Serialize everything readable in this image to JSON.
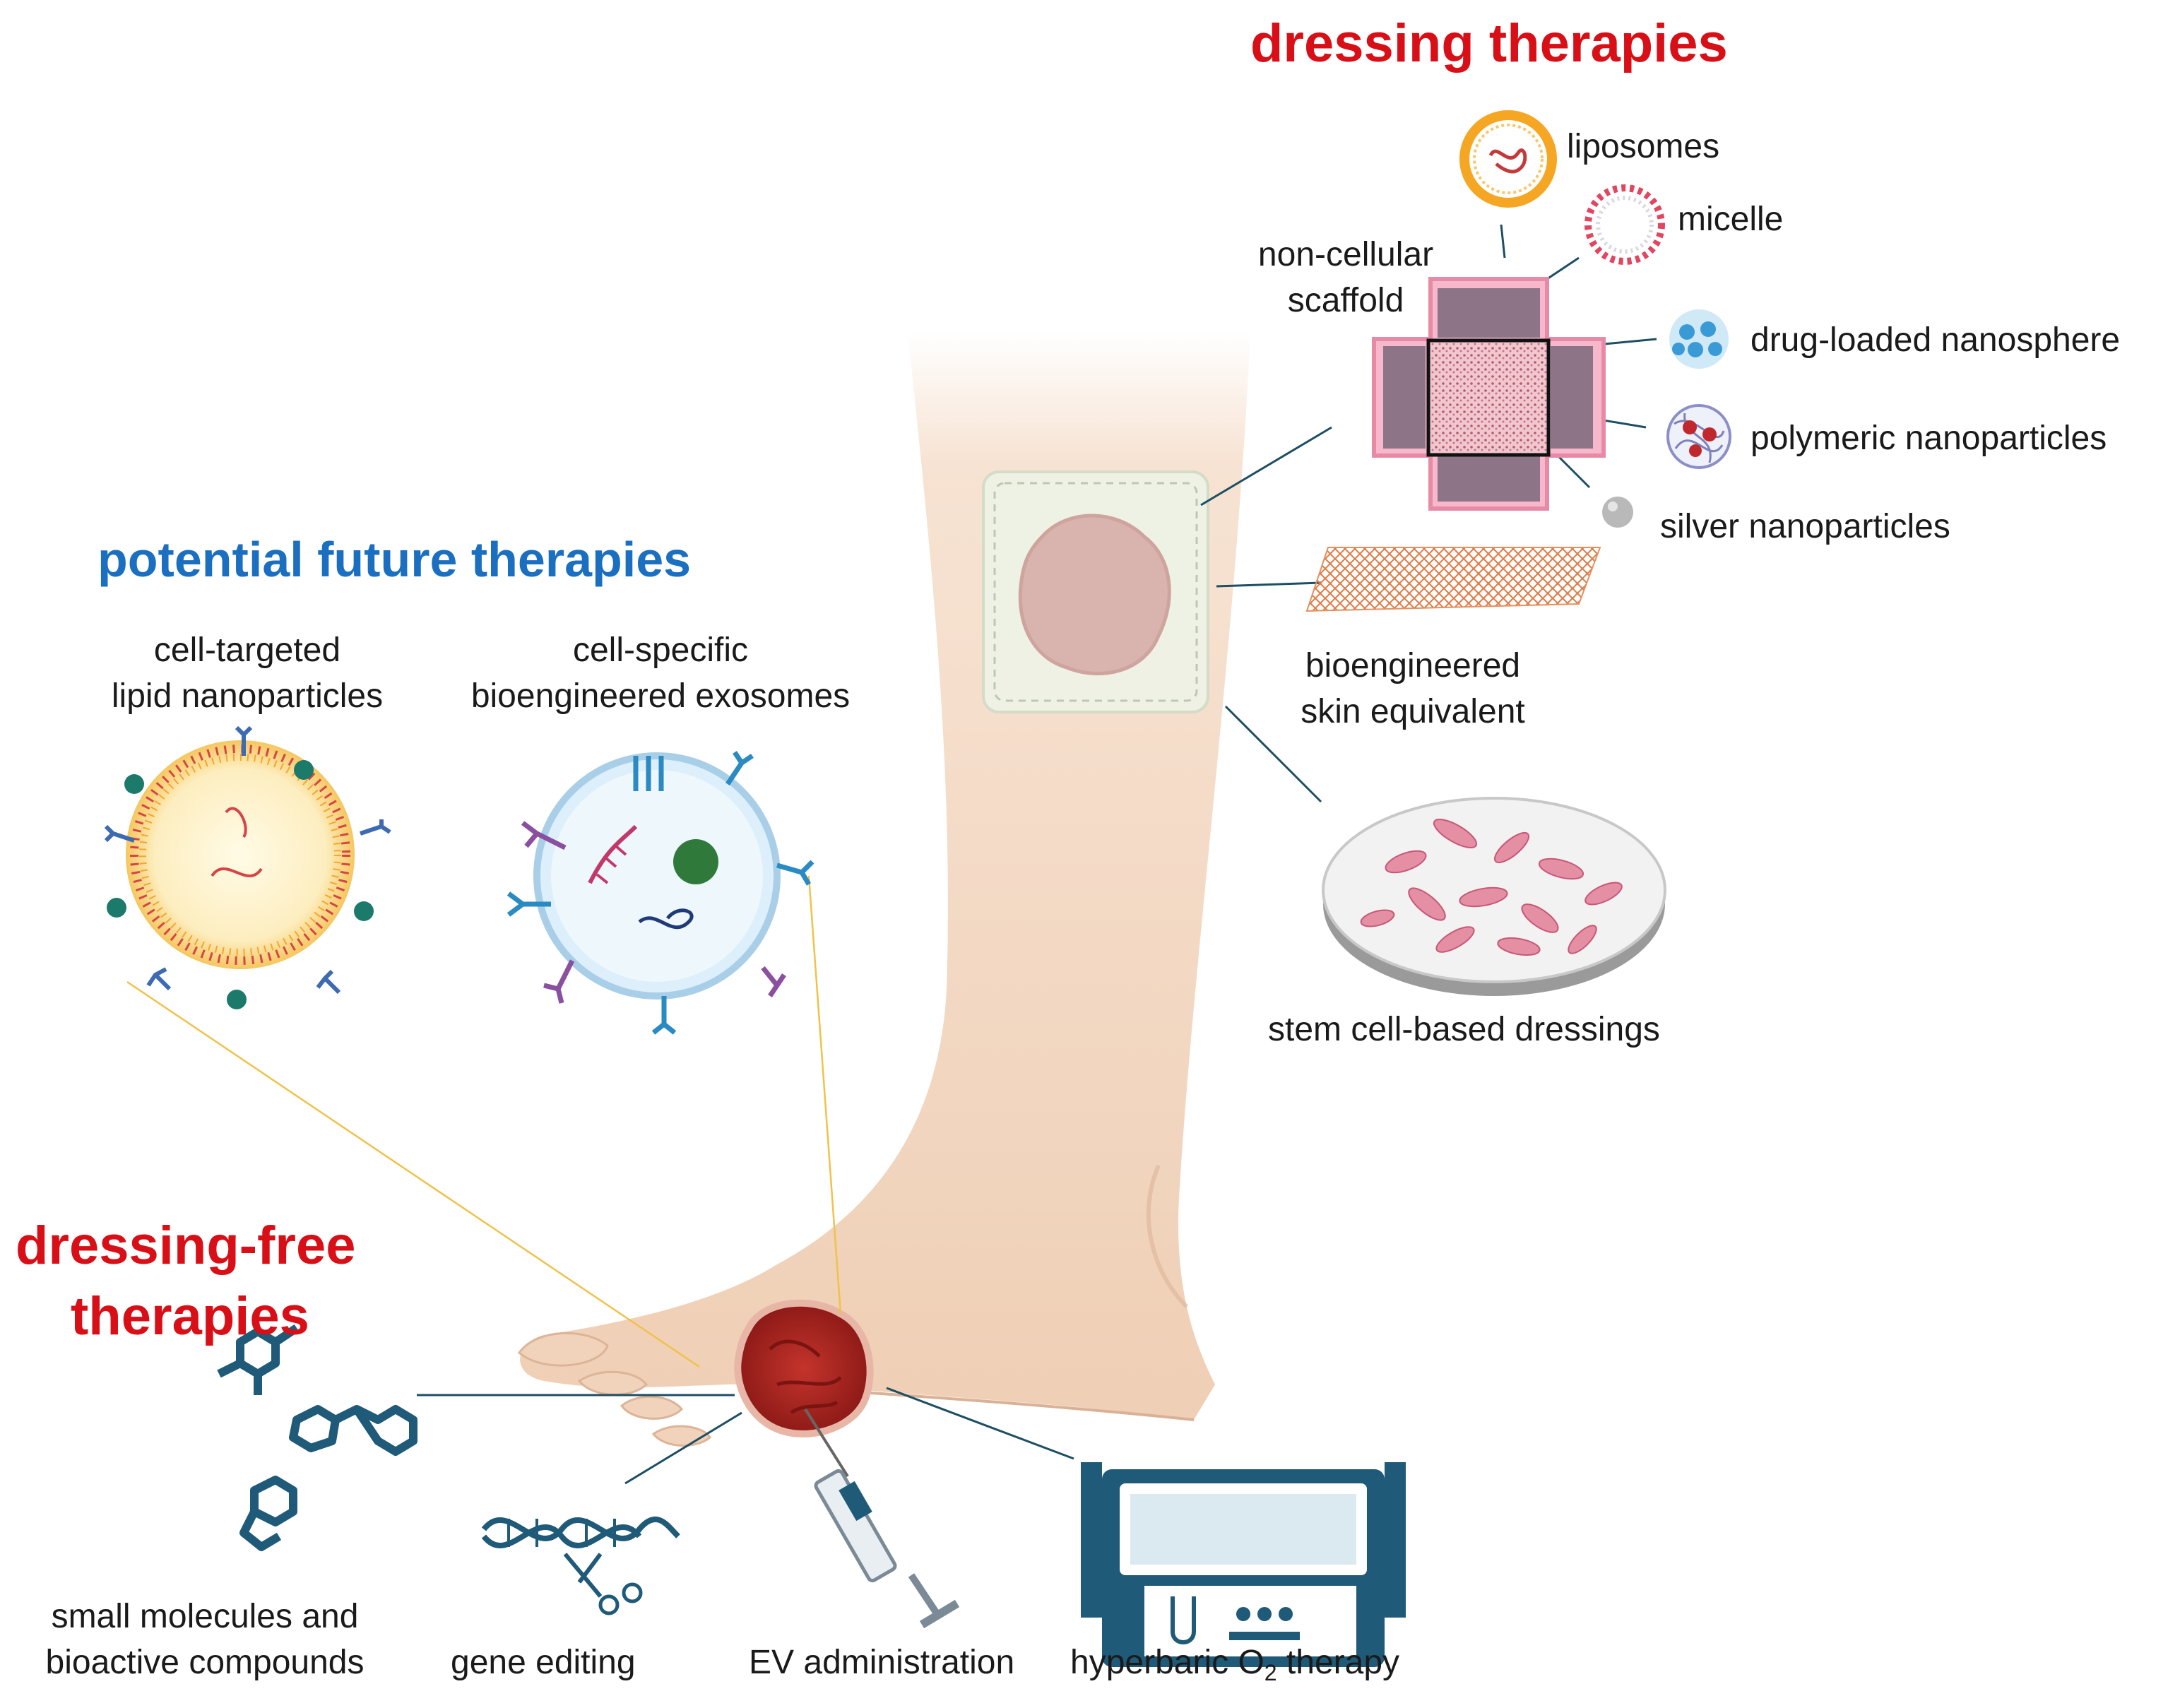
{
  "headings": {
    "dressing": "dressing therapies",
    "future": "potential future therapies",
    "free_line1": "dressing-free",
    "free_line2": "therapies"
  },
  "dressing_labels": {
    "scaffold_line1": "non-cellular",
    "scaffold_line2": "scaffold",
    "liposomes": "liposomes",
    "micelle": "micelle",
    "nanosphere": "drug-loaded nanosphere",
    "polymeric": "polymeric nanoparticles",
    "silver": "silver nanoparticles",
    "skin_line1": "bioengineered",
    "skin_line2": "skin equivalent",
    "stem": "stem cell-based dressings"
  },
  "future_labels": {
    "lnp_line1": "cell-targeted",
    "lnp_line2": "lipid nanoparticles",
    "exo_line1": "cell-specific",
    "exo_line2": "bioengineered exosomes"
  },
  "free_labels": {
    "small_line1": "small molecules and",
    "small_line2": "bioactive compounds",
    "gene": "gene editing",
    "ev": "EV administration",
    "hbo_pre": "hyperbaric O",
    "hbo_sub": "2",
    "hbo_post": " therapy"
  },
  "colors": {
    "heading_red": "#d80f16",
    "heading_blue": "#1a6fc0",
    "skin": "#f1d3bc",
    "wound": "#a8221e",
    "connector": "#1d4e63",
    "yellow_line": "#f0c24a",
    "scaffold_pink": "#f3a6bf",
    "device_blue": "#1f5a78"
  },
  "icons": [
    "liposome-icon",
    "micelle-icon",
    "nanosphere-icon",
    "polymeric-nanoparticle-icon",
    "silver-nanoparticle-icon",
    "scaffold-icon",
    "skin-mesh-icon",
    "petri-dish-icon",
    "lipid-nanoparticle-icon",
    "exosome-icon",
    "molecule-icon",
    "dna-scissors-icon",
    "syringe-icon",
    "hyperbaric-chamber-icon",
    "leg-foot-illustration"
  ]
}
